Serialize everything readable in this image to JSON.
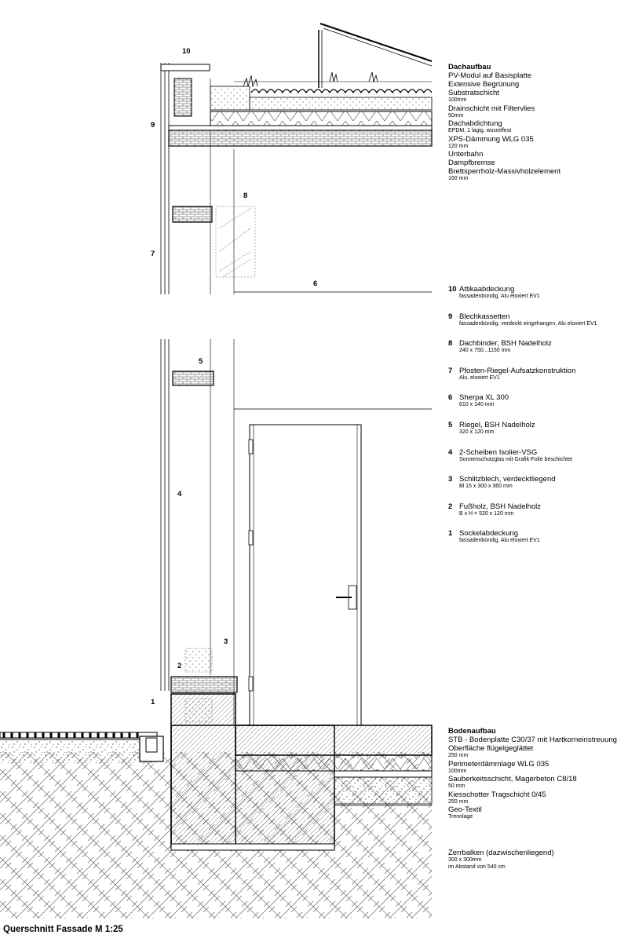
{
  "title": "Querschnitt Fassade M 1:25",
  "callout_numbers": [
    "10",
    "9",
    "8",
    "7",
    "6",
    "5",
    "4",
    "3",
    "2",
    "1"
  ],
  "roof": {
    "heading": "Dachaufbau",
    "lines": [
      {
        "text": "PV-Modul auf Basisplatte",
        "size": "m"
      },
      {
        "text": "Extensive Begrünung",
        "size": "m"
      },
      {
        "text": "Substratschicht",
        "size": "m"
      },
      {
        "text": "100mm",
        "size": "s"
      },
      {
        "text": "Drainschicht mit Filtervlies",
        "size": "m"
      },
      {
        "text": "50mm",
        "size": "s"
      },
      {
        "text": "Dachabdichtung",
        "size": "m"
      },
      {
        "text": "EPDM, 1 lagig, wurzelfest",
        "size": "s"
      },
      {
        "text": "XPS-Dämmung WLG 035",
        "size": "m"
      },
      {
        "text": "120 mm",
        "size": "s"
      },
      {
        "text": "Unterbahn",
        "size": "m"
      },
      {
        "text": "Dampfbremse",
        "size": "m"
      },
      {
        "text": "Brettsperrholz-Massivholzelement",
        "size": "m"
      },
      {
        "text": "160 mm",
        "size": "s"
      }
    ]
  },
  "legend": [
    {
      "num": "10",
      "name": "Attikaabdeckung",
      "detail": "fassadenbündig, Alu eloxiert EV1"
    },
    {
      "num": "9",
      "name": "Blechkassetten",
      "detail": "fassadenbündig, verdeckt eingehangen, Alu eloxiert EV1"
    },
    {
      "num": "8",
      "name": "Dachbinder, BSH Nadelholz",
      "detail": "240 x 750...1150 mm"
    },
    {
      "num": "7",
      "name": "Pfosten-Riegel-Aufsatzkonstruktion",
      "detail": "Alu, eloxiert EV1"
    },
    {
      "num": "6",
      "name": "Sherpa XL 300",
      "detail": "610 x 140 mm"
    },
    {
      "num": "5",
      "name": "Riegel, BSH Nadelholz",
      "detail": "320 x 120 mm"
    },
    {
      "num": "4",
      "name": "2-Scheiben Isolier-VSG",
      "detail": "Sonnenschutzglas mit Grafik-Folie beschichtet"
    },
    {
      "num": "3",
      "name": "Schlitzblech, verdecktliegend",
      "detail": "Bl 15 x 300 x 360 mm"
    },
    {
      "num": "2",
      "name": "Fußholz, BSH Nadelholz",
      "detail": "B x H = 520 x 120 mm"
    },
    {
      "num": "1",
      "name": "Sockelabdeckung",
      "detail": "fassadenbündig, Alu eloxiert EV1"
    }
  ],
  "floor": {
    "heading": "Bodenaufbau",
    "lines": [
      {
        "text": "STB - Bodenplatte C30/37 mit Hartkorneinstreuung",
        "size": "m"
      },
      {
        "text": "Oberfläche flügelgeglättet",
        "size": "m"
      },
      {
        "text": "250 mm",
        "size": "s"
      },
      {
        "text": "Perimeterdämmlage WLG 035",
        "size": "m"
      },
      {
        "text": "100mm",
        "size": "s"
      },
      {
        "text": "Sauberkeitsschicht, Magerbeton C8/18",
        "size": "m"
      },
      {
        "text": "50 mm",
        "size": "s"
      },
      {
        "text": "Kiesschotter Tragschicht 0/45",
        "size": "m"
      },
      {
        "text": "250 mm",
        "size": "s"
      },
      {
        "text": "Geo-Textil",
        "size": "m"
      },
      {
        "text": "Trennlage",
        "size": "s"
      }
    ]
  },
  "zerrbalken": {
    "lines": [
      {
        "text": "Zerrbalken (dazwischenliegend)",
        "size": "m"
      },
      {
        "text": "300 x 300mm",
        "size": "s"
      },
      {
        "text": "im Abstand von 540 cm",
        "size": "s"
      }
    ]
  }
}
